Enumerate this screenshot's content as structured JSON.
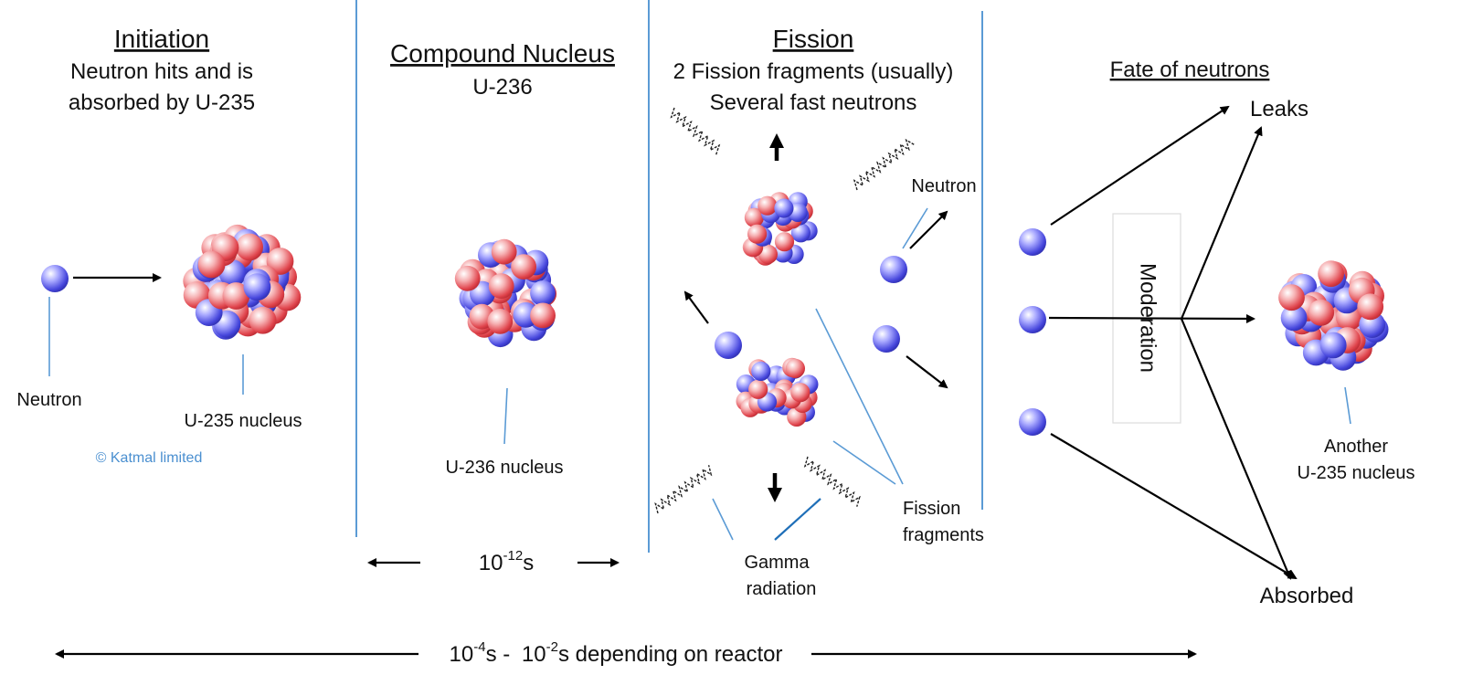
{
  "initiation": {
    "heading": "Initiation",
    "line1": "Neutron hits and is",
    "line2": "absorbed by U-235",
    "neutron_label": "Neutron",
    "nucleus_label": "U-235 nucleus",
    "copyright": "© Katmal limited"
  },
  "compound": {
    "heading": "Compound Nucleus",
    "subtitle": "U-236",
    "nucleus_label": "U-236 nucleus",
    "time_base": "10",
    "time_exp": "-12",
    "time_unit": "s"
  },
  "fission": {
    "heading": "Fission",
    "line1": "2 Fission fragments (usually)",
    "line2": "Several fast neutrons",
    "neutron_label": "Neutron",
    "fragments_line1": "Fission",
    "fragments_line2": "fragments",
    "gamma_line1": "Gamma",
    "gamma_line2": "radiation"
  },
  "fate": {
    "heading": "Fate of neutrons",
    "leaks": "Leaks",
    "absorbed": "Absorbed",
    "moderation": "Moderation",
    "another_line1": "Another",
    "another_line2": "U-235 nucleus"
  },
  "timeline": {
    "a_base": "10",
    "a_exp": "-4",
    "a_unit": "s - ",
    "b_base": "10",
    "b_exp": "-2",
    "b_unit": "s depending on reactor"
  },
  "colors": {
    "proton": "#e8434b",
    "neutron": "#5050e0",
    "divider": "#5b9bd5",
    "copyright": "#4a8fd0"
  }
}
